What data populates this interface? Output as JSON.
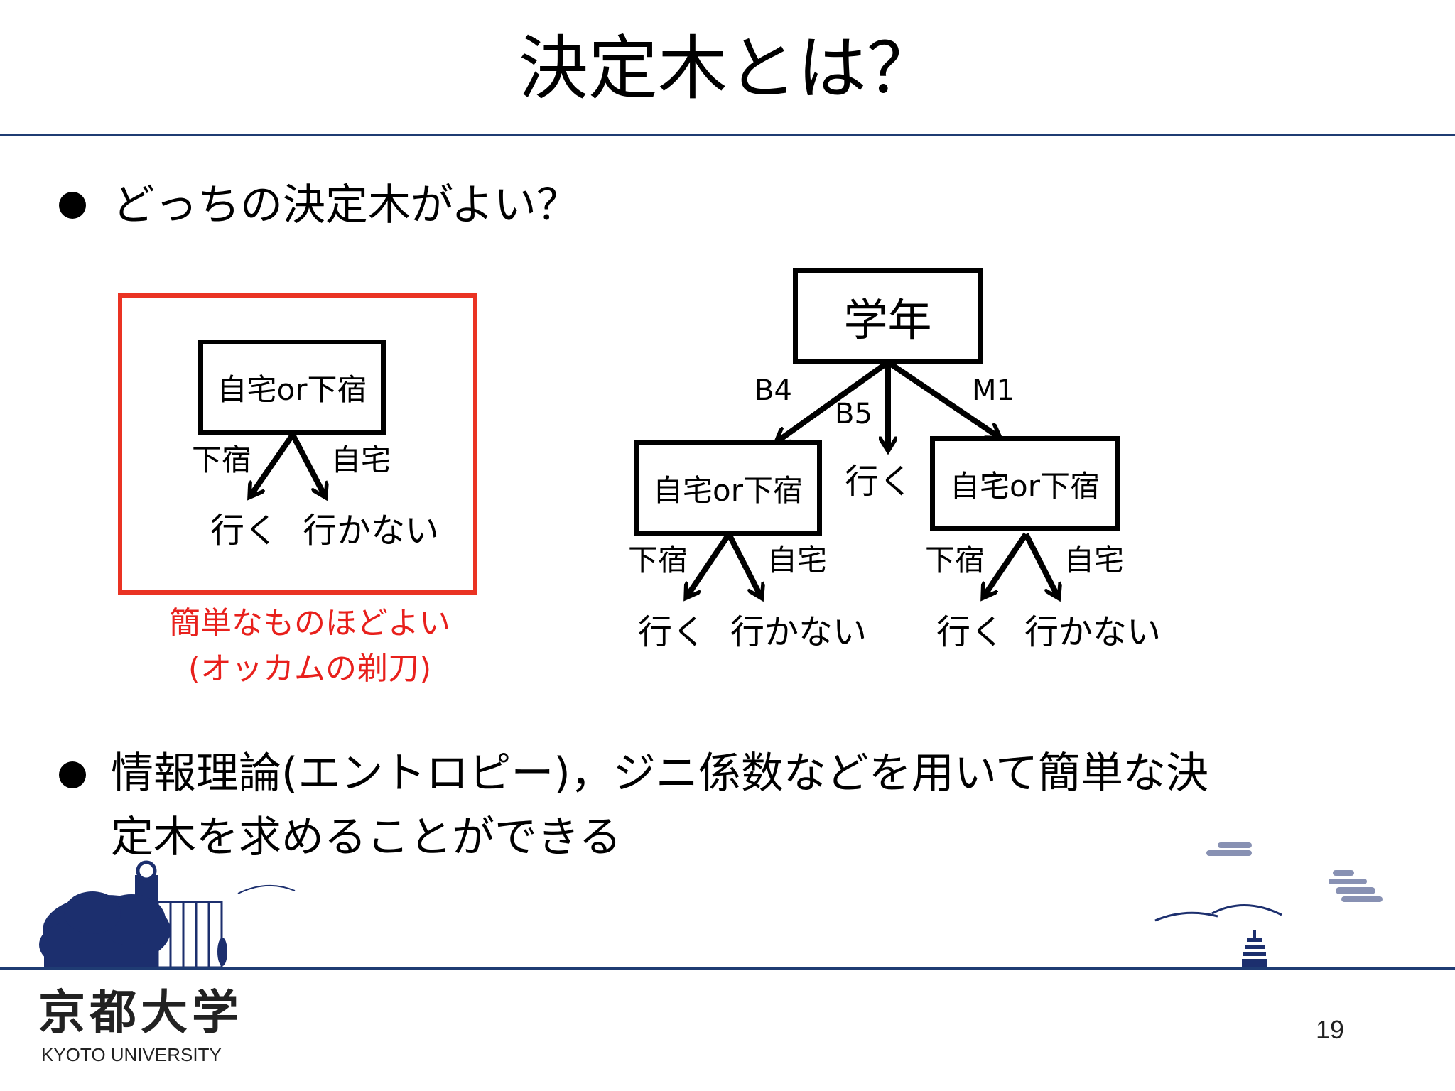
{
  "slide": {
    "title": "決定木とは？",
    "bullet1": "どっちの決定木がよい？",
    "bullet2_line1": "情報理論(エントロピー)，ジニ係数などを用いて簡単な決",
    "bullet2_line2": "定木を求めることができる",
    "page_number": "19"
  },
  "left_tree": {
    "root_label": "自宅or下宿",
    "edge_left": "下宿",
    "edge_right": "自宅",
    "leaf_left": "行く",
    "leaf_right": "行かない",
    "caption_line1": "簡単なものほどよい",
    "caption_line2": "(オッカムの剃刀)"
  },
  "right_tree": {
    "root_label": "学年",
    "edge_b4": "B4",
    "edge_b5": "B5",
    "edge_m1": "M1",
    "middle_leaf": "行く",
    "left_sub": {
      "node_label": "自宅or下宿",
      "edge_left": "下宿",
      "edge_right": "自宅",
      "leaf_left": "行く",
      "leaf_right": "行かない"
    },
    "right_sub": {
      "node_label": "自宅or下宿",
      "edge_left": "下宿",
      "edge_right": "自宅",
      "leaf_left": "行く",
      "leaf_right": "行かない"
    }
  },
  "logo": {
    "kanji": "京都大学",
    "english": "KYOTO UNIVERSITY"
  },
  "colors": {
    "accent_rule": "#1f3c73",
    "highlight_red": "#ea3323",
    "illustration_navy": "#1c2f6e"
  }
}
